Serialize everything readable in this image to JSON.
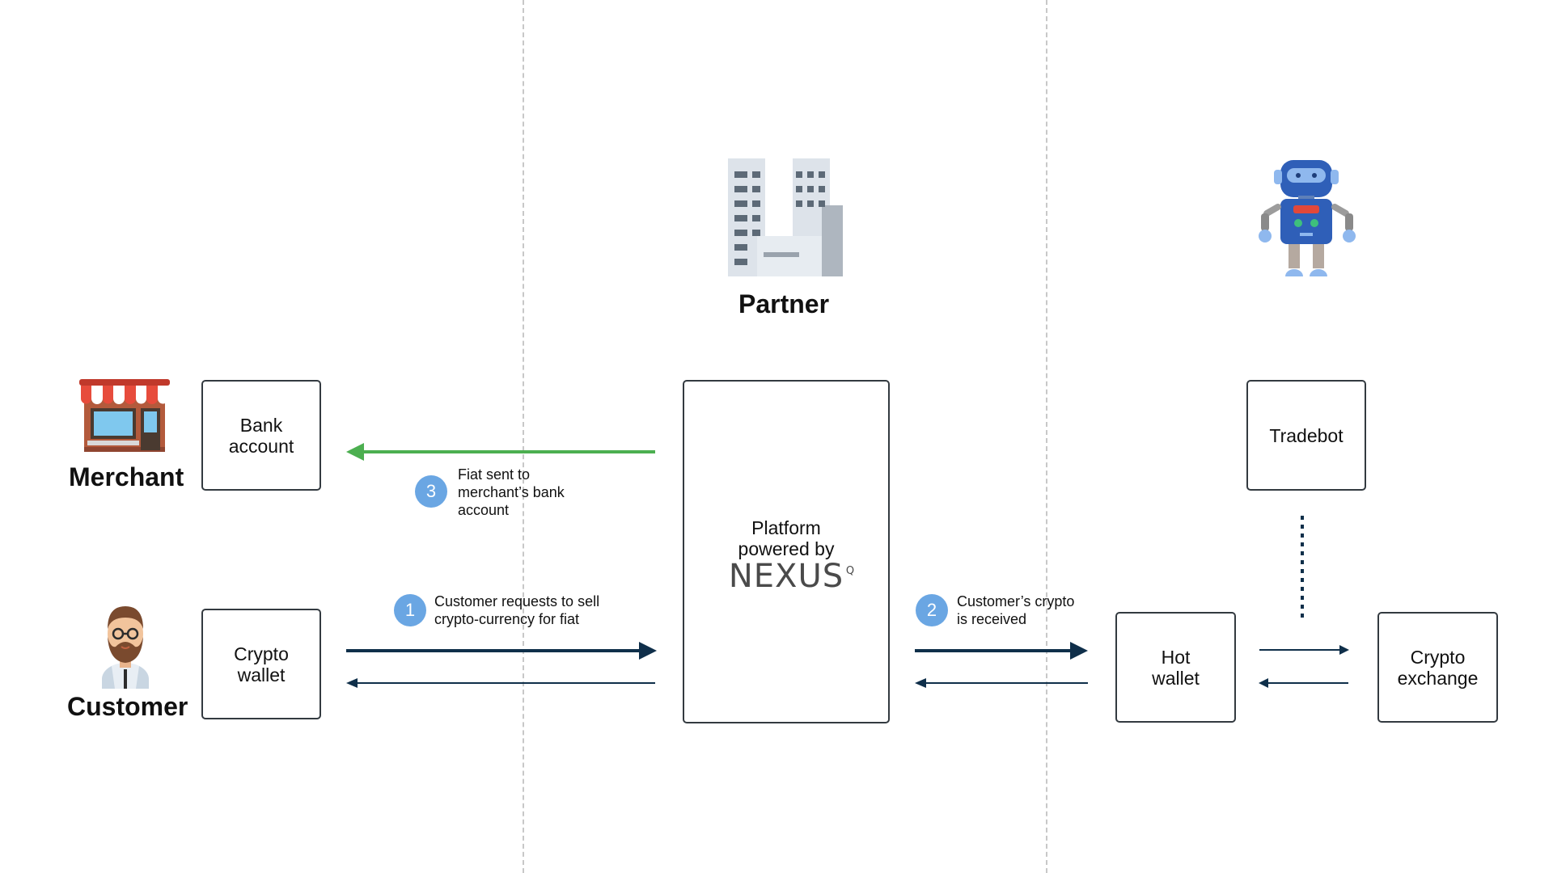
{
  "actors": {
    "merchant": "Merchant",
    "customer": "Customer",
    "partner": "Partner"
  },
  "boxes": {
    "bank_account": [
      "Bank",
      "account"
    ],
    "crypto_wallet": [
      "Crypto",
      "wallet"
    ],
    "platform": [
      "Platform",
      "powered by"
    ],
    "platform_logo": "NEXUS",
    "platform_logo_mark": "Q",
    "tradebot": [
      "Tradebot"
    ],
    "hot_wallet": [
      "Hot",
      "wallet"
    ],
    "crypto_exchange": [
      "Crypto",
      "exchange"
    ]
  },
  "steps": [
    {
      "number": "1",
      "lines": [
        "Customer requests to sell",
        "crypto-currency for fiat"
      ]
    },
    {
      "number": "2",
      "lines": [
        "Customer’s crypto",
        "is received"
      ]
    },
    {
      "number": "3",
      "lines": [
        "Fiat sent to",
        "merchant’s bank",
        "account"
      ]
    }
  ],
  "icons": {
    "merchant": "store-icon",
    "customer": "customer-avatar-icon",
    "partner": "building-icon",
    "tradebot": "robot-icon"
  },
  "colors": {
    "arrow_dark": "#0f2f4a",
    "arrow_fiat": "#4caf50",
    "step_badge": "#6aa6e3",
    "divider": "#c8c8c8"
  }
}
